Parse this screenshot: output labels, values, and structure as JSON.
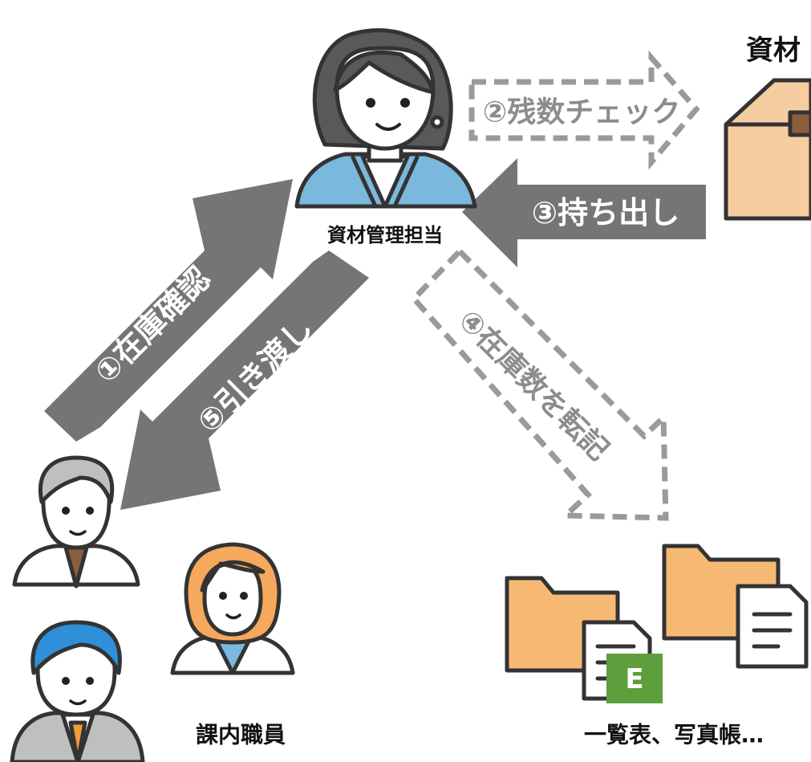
{
  "labels": {
    "manager": "資材管理担当",
    "warehouse": "資材",
    "staff": "課内職員",
    "documents": "一覧表、写真帳…"
  },
  "steps": {
    "s1": "①在庫確認",
    "s2": "②残数チェック",
    "s3": "③持ち出し",
    "s4": "④在庫数を転記",
    "s5": "⑤引き渡し"
  },
  "badge": "E",
  "colors": {
    "arrow_solid": "#757575",
    "arrow_dashed": "#9a9a9a",
    "line": "#333333",
    "skin": "#ffffff",
    "hair_dark": "#595959",
    "blazer_blue": "#7ab8dd",
    "shirt_blue": "#2f8fd8",
    "hair_blond": "#f6a85c",
    "box": "#f6cda1",
    "folder": "#f6b973",
    "excel_green": "#5e9e3d",
    "tie_brown": "#8c5e3c",
    "tie_orange": "#f29a3b"
  }
}
